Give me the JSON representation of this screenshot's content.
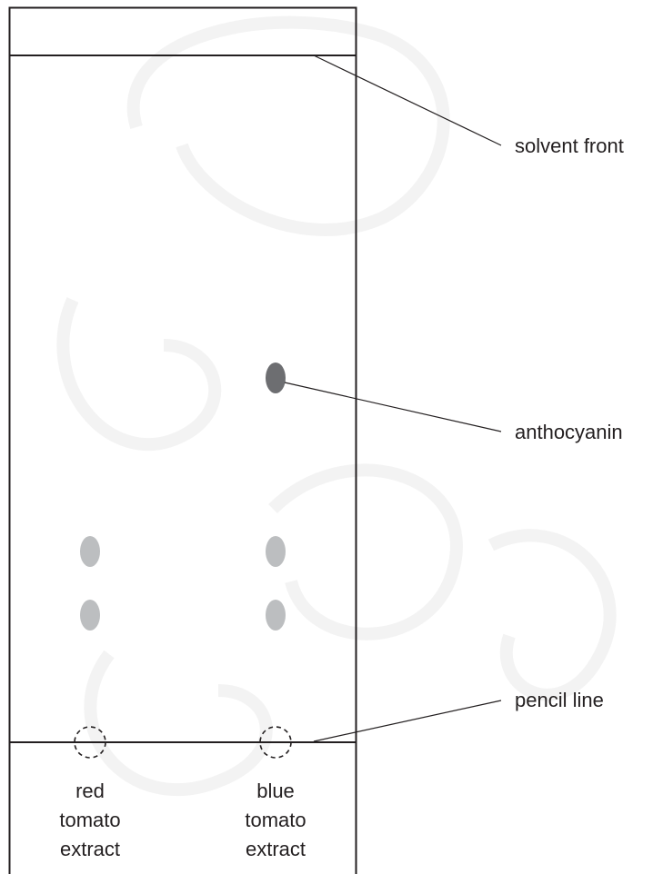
{
  "labels": {
    "solvent_front": "solvent front",
    "anthocyanin": "anthocyanin",
    "pencil_line": "pencil line"
  },
  "lanes": [
    {
      "line1": "red",
      "line2": "tomato",
      "line3": "extract"
    },
    {
      "line1": "blue",
      "line2": "tomato",
      "line3": "extract"
    }
  ],
  "colors": {
    "outline": "#231f20",
    "anthocyanin_spot": "#6d6e71",
    "light_spot": "#bcbec0"
  }
}
